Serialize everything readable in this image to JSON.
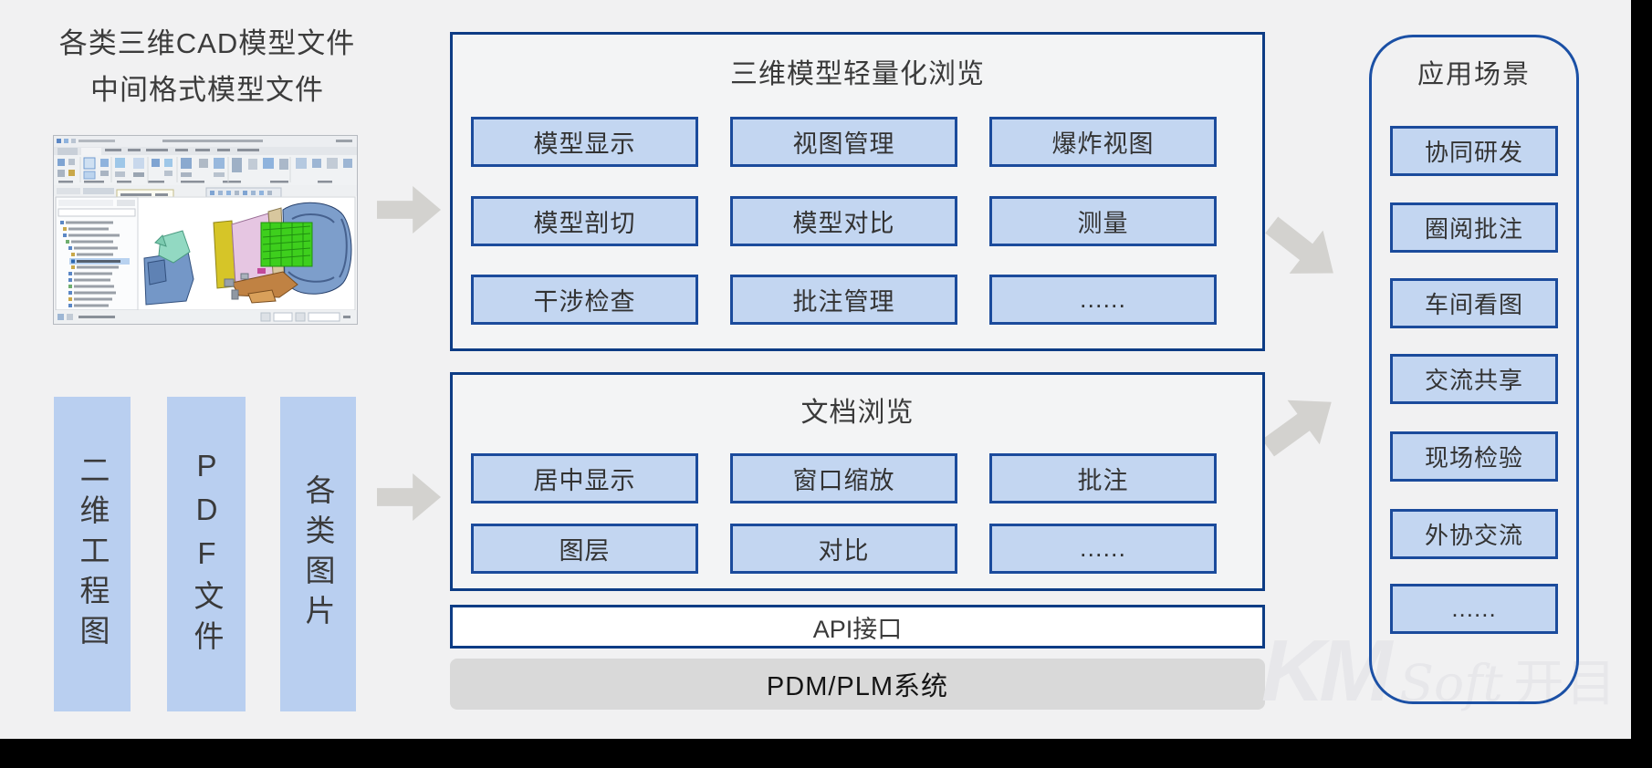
{
  "colors": {
    "letterbox": "#000000",
    "content_bg": "#f1f1f2",
    "container_border": "#0d3c85",
    "button_fill": "#c3d6f1",
    "button_border": "#1b4b9c",
    "source_bar_fill": "#b9cff0",
    "arrow": "#d3d2cf",
    "api_fill": "#ffffff",
    "pdm_fill": "#d9d9d9",
    "panel_border": "#1b50a5",
    "watermark": "#e7e7ea",
    "text": "#3a3a3a"
  },
  "left_heading": {
    "line1": "各类三维CAD模型文件",
    "line2": "中间格式模型文件"
  },
  "source_bars": [
    {
      "label": "二维工程图"
    },
    {
      "label": "PDF文件"
    },
    {
      "label": "各类图片"
    }
  ],
  "viewer_box": {
    "title": "三维模型轻量化浏览",
    "buttons": [
      "模型显示",
      "视图管理",
      "爆炸视图",
      "模型剖切",
      "模型对比",
      "测量",
      "干涉检查",
      "批注管理",
      "......"
    ]
  },
  "document_box": {
    "title": "文档浏览",
    "buttons": [
      "居中显示",
      "窗口缩放",
      "批注",
      "图层",
      "对比",
      "......"
    ]
  },
  "api_bar": {
    "label": "API接口"
  },
  "pdm_bar": {
    "label": "PDM/PLM系统"
  },
  "scenario_panel": {
    "title": "应用场景",
    "items": [
      "协同研发",
      "圈阅批注",
      "车间看图",
      "交流共享",
      "现场检验",
      "外协交流",
      "......"
    ]
  },
  "watermark": {
    "logo": "KM",
    "soft": "Soft",
    "cn": "开目"
  }
}
